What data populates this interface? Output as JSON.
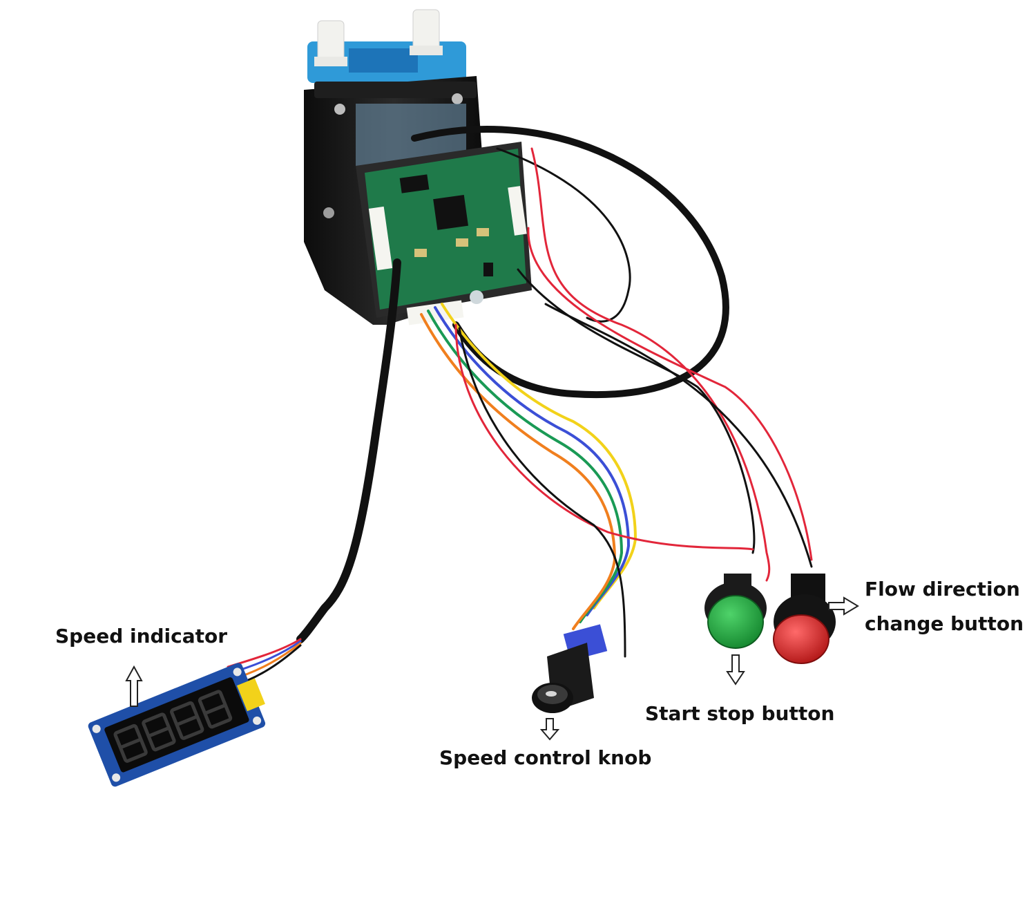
{
  "labels": {
    "speed_indicator": "Speed indicator",
    "speed_control_knob": "Speed control knob",
    "start_stop_button": "Start stop button",
    "flow_direction_line1": "Flow direction",
    "flow_direction_line2": "change button"
  },
  "colors": {
    "background": "#ffffff",
    "pcb_green": "#1f7a4a",
    "pump_head_blue": "#2f9ad8",
    "motor_black": "#141414",
    "wire_red": "#e2263a",
    "wire_black": "#111111",
    "wire_orange": "#f07f1e",
    "wire_green": "#1a9a55",
    "wire_yellow": "#f2d21a",
    "wire_blue": "#3b4fd6",
    "button_green": "#22a944",
    "button_red": "#e02b2b",
    "display_board_blue": "#1f4fa8",
    "label_text": "#111111"
  },
  "icons": {
    "arrow_up": "outline-arrow-up-icon",
    "arrow_down": "outline-arrow-down-icon",
    "arrow_right": "outline-arrow-right-icon"
  }
}
